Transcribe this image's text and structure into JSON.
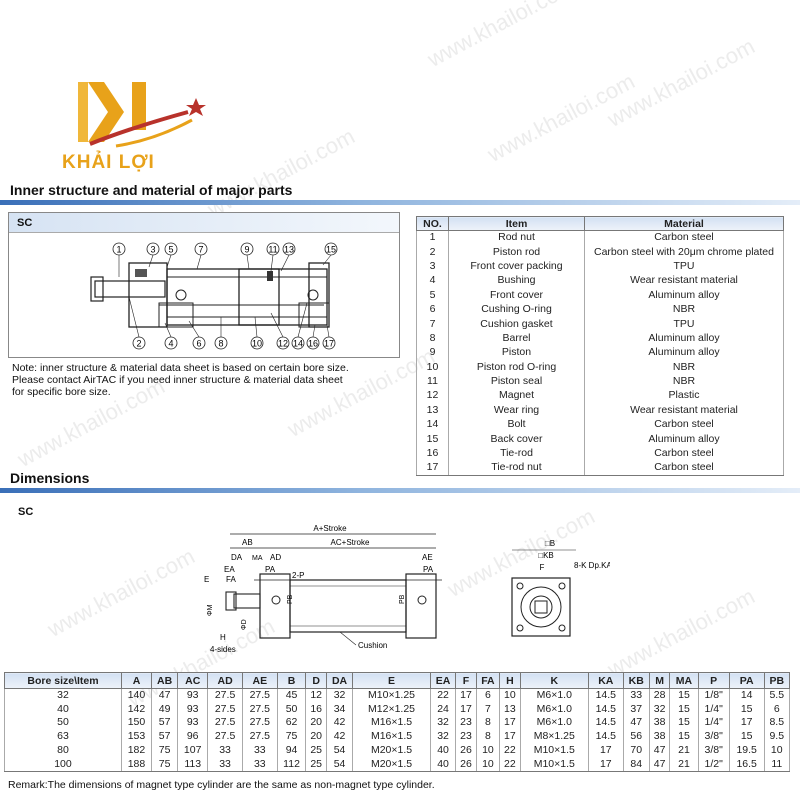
{
  "watermark": "www.khailoi.com",
  "brand": {
    "name": "KHẢI LỢI",
    "colors": {
      "gold": "#e8a21a",
      "red": "#b8322b",
      "accent_blue": "#3a6fb8"
    }
  },
  "section1": {
    "title": "Inner structure and material of major parts",
    "tag": "SC",
    "callouts_top": [
      "1",
      "3",
      "5",
      "7",
      "9",
      "11",
      "13",
      "15"
    ],
    "callouts_bottom": [
      "2",
      "4",
      "6",
      "8",
      "10",
      "12",
      "14",
      "16",
      "17"
    ],
    "note": [
      "Note: inner structure & material data sheet is based on certain bore size.",
      "Please contact AirTAC if you need inner structure & material data sheet",
      "for specific bore size."
    ]
  },
  "parts_table": {
    "headers": [
      "NO.",
      "Item",
      "Material"
    ],
    "rows": [
      [
        "1",
        "Rod nut",
        "Carbon steel"
      ],
      [
        "2",
        "Piston rod",
        "Carbon steel with 20μm chrome plated"
      ],
      [
        "3",
        "Front cover packing",
        "TPU"
      ],
      [
        "4",
        "Bushing",
        "Wear resistant material"
      ],
      [
        "5",
        "Front cover",
        "Aluminum alloy"
      ],
      [
        "6",
        "Cushing O-ring",
        "NBR"
      ],
      [
        "7",
        "Cushion gasket",
        "TPU"
      ],
      [
        "8",
        "Barrel",
        "Aluminum alloy"
      ],
      [
        "9",
        "Piston",
        "Aluminum alloy"
      ],
      [
        "10",
        "Piston rod O-ring",
        "NBR"
      ],
      [
        "11",
        "Piston seal",
        "NBR"
      ],
      [
        "12",
        "Magnet",
        "Plastic"
      ],
      [
        "13",
        "Wear ring",
        "Wear resistant material"
      ],
      [
        "14",
        "Bolt",
        "Carbon steel"
      ],
      [
        "15",
        "Back cover",
        "Aluminum alloy"
      ],
      [
        "16",
        "Tie-rod",
        "Carbon steel"
      ],
      [
        "17",
        "Tie-rod nut",
        "Carbon steel"
      ]
    ]
  },
  "section2": {
    "title": "Dimensions",
    "tag": "SC",
    "drawing_labels": {
      "a_stroke": "A+Stroke",
      "ac_stroke": "AC+Stroke",
      "ab": "AB",
      "da": "DA",
      "ma": "MA",
      "ad": "AD",
      "ea": "EA",
      "fa": "FA",
      "e": "E",
      "pa": "PA",
      "two_p": "2-P",
      "pb": "PB",
      "ae": "AE",
      "phi_m": "ΦM",
      "phi_d": "ΦD",
      "h": "H",
      "four_sides": "4-sides",
      "cushion": "Cushion",
      "sq_b": "□B",
      "sq_kb": "□KB",
      "f": "F",
      "k_dp_ka": "8-K Dp.KA"
    }
  },
  "dim_table": {
    "headers": [
      "Bore size\\Item",
      "A",
      "AB",
      "AC",
      "AD",
      "AE",
      "B",
      "D",
      "DA",
      "E",
      "EA",
      "F",
      "FA",
      "H",
      "K",
      "KA",
      "KB",
      "M",
      "MA",
      "P",
      "PA",
      "PB"
    ],
    "rows": [
      [
        "32",
        "140",
        "47",
        "93",
        "27.5",
        "27.5",
        "45",
        "12",
        "32",
        "M10×1.25",
        "22",
        "17",
        "6",
        "10",
        "M6×1.0",
        "14.5",
        "33",
        "28",
        "15",
        "1/8\"",
        "14",
        "5.5"
      ],
      [
        "40",
        "142",
        "49",
        "93",
        "27.5",
        "27.5",
        "50",
        "16",
        "34",
        "M12×1.25",
        "24",
        "17",
        "7",
        "13",
        "M6×1.0",
        "14.5",
        "37",
        "32",
        "15",
        "1/4\"",
        "15",
        "6"
      ],
      [
        "50",
        "150",
        "57",
        "93",
        "27.5",
        "27.5",
        "62",
        "20",
        "42",
        "M16×1.5",
        "32",
        "23",
        "8",
        "17",
        "M6×1.0",
        "14.5",
        "47",
        "38",
        "15",
        "1/4\"",
        "17",
        "8.5"
      ],
      [
        "63",
        "153",
        "57",
        "96",
        "27.5",
        "27.5",
        "75",
        "20",
        "42",
        "M16×1.5",
        "32",
        "23",
        "8",
        "17",
        "M8×1.25",
        "14.5",
        "56",
        "38",
        "15",
        "3/8\"",
        "15",
        "9.5"
      ],
      [
        "80",
        "182",
        "75",
        "107",
        "33",
        "33",
        "94",
        "25",
        "54",
        "M20×1.5",
        "40",
        "26",
        "10",
        "22",
        "M10×1.5",
        "17",
        "70",
        "47",
        "21",
        "3/8\"",
        "19.5",
        "10"
      ],
      [
        "100",
        "188",
        "75",
        "113",
        "33",
        "33",
        "112",
        "25",
        "54",
        "M20×1.5",
        "40",
        "26",
        "10",
        "22",
        "M10×1.5",
        "17",
        "84",
        "47",
        "21",
        "1/2\"",
        "16.5",
        "11"
      ]
    ]
  },
  "remark": "Remark:The dimensions of magnet type cylinder are the same as non-magnet type cylinder."
}
